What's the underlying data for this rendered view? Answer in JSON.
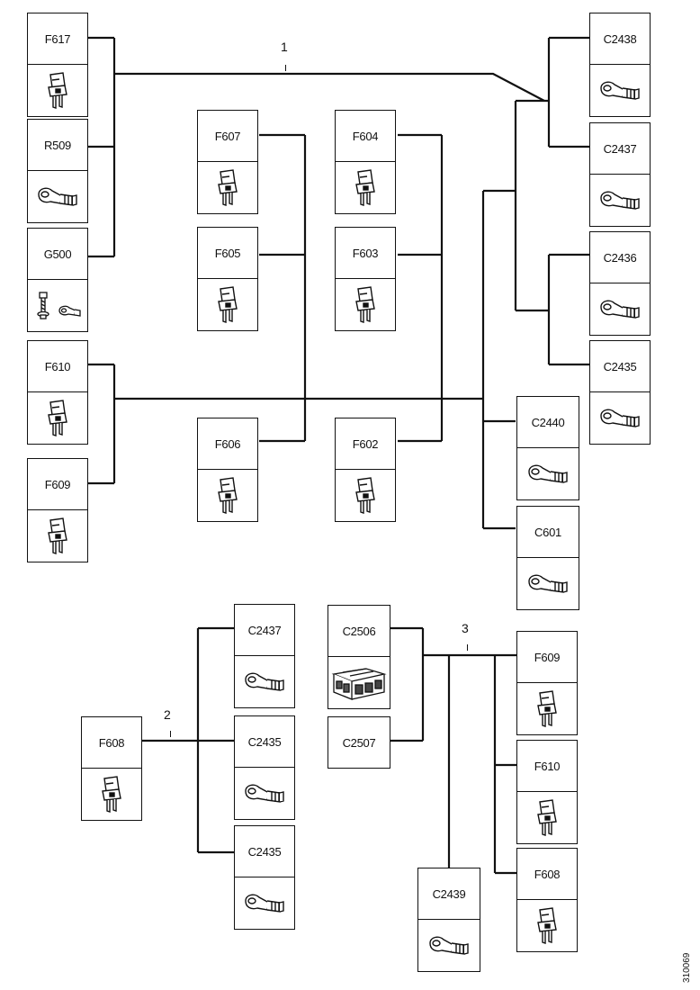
{
  "diagram": {
    "reference": "310069",
    "group_numbers": [
      "1",
      "2",
      "3"
    ],
    "connector_icon": "blade-fuse-icon",
    "ring_icon": "ring-terminal-icon",
    "ground_icon": "bolt-ground-icon",
    "multi_icon": "multi-pin-connector-icon",
    "components": {
      "F617": "F617",
      "R509": "R509",
      "G500": "G500",
      "F610a": "F610",
      "F609a": "F609",
      "F607": "F607",
      "F605": "F605",
      "F606": "F606",
      "F604": "F604",
      "F603": "F603",
      "F602": "F602",
      "C2438": "C2438",
      "C2437a": "C2437",
      "C2436": "C2436",
      "C2435a": "C2435",
      "C2440": "C2440",
      "C601": "C601",
      "F608": "F608",
      "C2437b": "C2437",
      "C2435b": "C2435",
      "C2435c": "C2435",
      "C2506": "C2506",
      "C2507": "C2507",
      "F609b": "F609",
      "F610b": "F610",
      "F608b": "F608",
      "C2439": "C2439"
    }
  }
}
